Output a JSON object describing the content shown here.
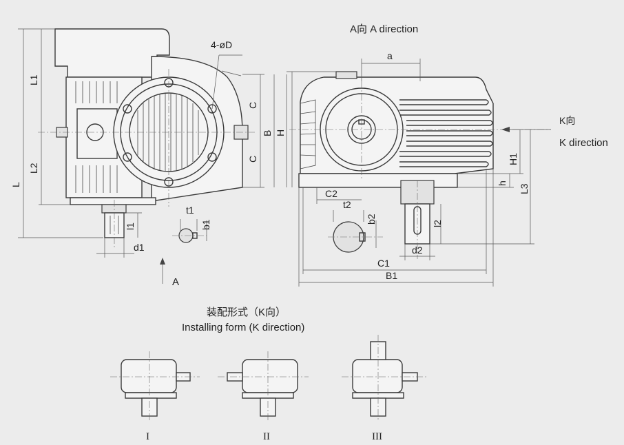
{
  "views": {
    "a_direction": "A向  A direction",
    "k_direction_cn": "K向",
    "k_direction_en": "K direction",
    "arrow_a": "A"
  },
  "labels": {
    "holes": "4-øD",
    "a": "a",
    "C_upper": "C",
    "C_lower": "C",
    "B": "B",
    "H": "H",
    "L1": "L1",
    "L2": "L2",
    "L": "L",
    "l1": "l1",
    "d1": "d1",
    "t1": "t1",
    "b1": "b1",
    "C2": "C2",
    "t2": "t2",
    "b2": "b2",
    "l2": "l2",
    "d2": "d2",
    "C1": "C1",
    "B1": "B1",
    "H1": "H1",
    "h": "h",
    "L3": "L3"
  },
  "installing": {
    "title_cn": "装配形式（K向）",
    "title_en": "Installing form (K direction)",
    "forms": [
      "I",
      "II",
      "III"
    ]
  }
}
